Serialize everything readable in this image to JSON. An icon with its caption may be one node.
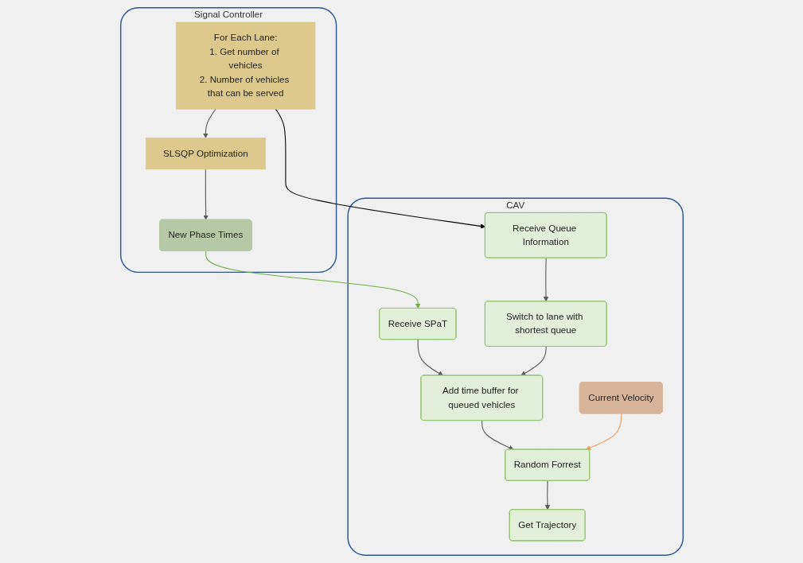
{
  "diagram": {
    "nodes": [
      {
        "text": [
          "Signal Controller"
        ]
      },
      {
        "text": [
          "For Each Lane:",
          "1. Get number of vehicles",
          "2. Number of vehicles that can be served"
        ],
        "in": 0
      },
      {
        "text": [
          "SLSQP Optimization"
        ],
        "in": 0
      },
      {
        "text": [
          "New Phase Times"
        ],
        "in": 0
      },
      {
        "text": [
          "CAV"
        ]
      },
      {
        "text": [
          "Receive SPaT"
        ],
        "in": 4
      },
      {
        "text": [
          "Add time buffer for queued vehicles"
        ],
        "in": 4
      },
      {
        "text": [
          "Random Forrest"
        ],
        "in": 4
      },
      {
        "text": [
          "Get Trajectory"
        ],
        "in": 4
      },
      {
        "text": [
          "Receive Queue Information"
        ],
        "in": 4
      },
      {
        "text": [
          "Switch to lane with shortest queue"
        ],
        "in": 4
      },
      {
        "text": [
          "Current Velocity"
        ],
        "in": 4
      }
    ],
    "edges": [
      {
        "from": 1,
        "to": 2,
        "arrow": "to"
      },
      {
        "from": 2,
        "to": 3,
        "arrow": "to"
      },
      {
        "from": 3,
        "to": 5,
        "arrow": "to",
        "color": "#70ad47"
      },
      {
        "from": 1,
        "to": 9,
        "arrow": "to",
        "color": "#000000"
      },
      {
        "from": 5,
        "to": 6,
        "arrow": "to"
      },
      {
        "from": 6,
        "to": 7,
        "arrow": "to"
      },
      {
        "from": 7,
        "to": 8,
        "arrow": "to"
      },
      {
        "from": 9,
        "to": 10,
        "arrow": "to"
      },
      {
        "from": 10,
        "to": 6,
        "arrow": "to"
      },
      {
        "from": 11,
        "to": 7,
        "arrow": "to",
        "color": "#ed9b5f"
      }
    ]
  }
}
